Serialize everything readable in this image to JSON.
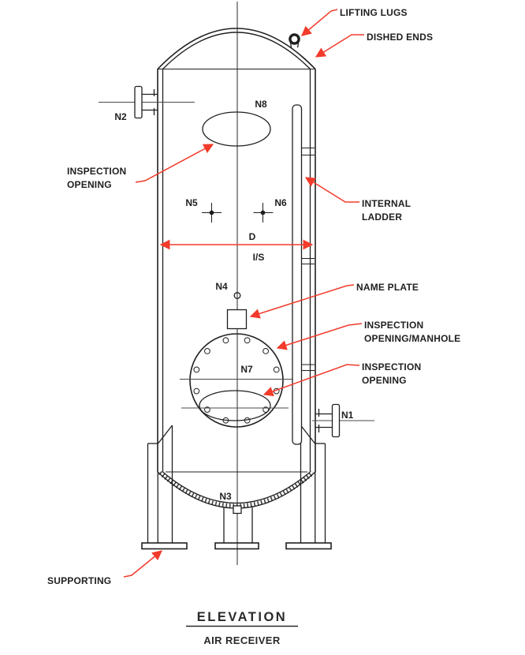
{
  "colors": {
    "object_line": "#1f1f1f",
    "center_line": "#3c3c3c",
    "leader_red": "#f23b2b",
    "text": "#1f1f1f",
    "background": "#ffffff"
  },
  "callouts": {
    "lifting_lugs": "LIFTING LUGS",
    "dished_ends": "DISHED ENDS",
    "inspection_opening_top": [
      "INSPECTION",
      "OPENING"
    ],
    "internal_ladder": [
      "INTERNAL",
      "LADDER"
    ],
    "name_plate": "NAME PLATE",
    "inspection_opening_manhole": [
      "INSPECTION",
      "OPENING/MANHOLE"
    ],
    "inspection_opening_lower": [
      "INSPECTION",
      "OPENING"
    ],
    "supporting": "SUPPORTING"
  },
  "nozzles": {
    "n1": "N1",
    "n2": "N2",
    "n3": "N3",
    "n4": "N4",
    "n5": "N5",
    "n6": "N6",
    "n7": "N7",
    "n8": "N8"
  },
  "dimension": {
    "diameter": "D",
    "inside": "I/S"
  },
  "title": {
    "heading": "ELEVATION",
    "subheading": "AIR RECEIVER"
  }
}
